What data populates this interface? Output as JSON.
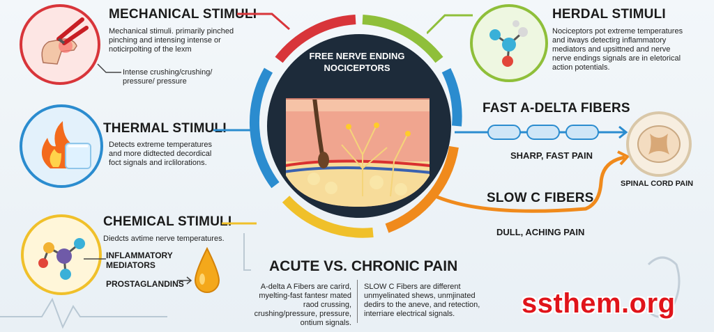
{
  "mechanical": {
    "title": "MECHANICAL STIMULI",
    "desc": "Mechanical stimuli. primarily pinched pinching and intensing intense or noticirpolting of the lexm",
    "note": "Intense crushing/crushing/ pressure/ pressure",
    "icon": "pliers-pinching-hand-icon",
    "color": "#d8353a"
  },
  "thermal": {
    "title": "THERMAL STIMULI",
    "desc": "Detects extreme temperatures and more didtected decordical foct signals and irclilorations.",
    "icon": "flame-and-ice-icon",
    "color": "#2b8ccf"
  },
  "chemical": {
    "title": "CHEMICAL STIMULI",
    "desc": "Diedcts avtime nerve temperatures.",
    "label_inflammatory": "INFLAMMATORY MEDIATORS",
    "label_prostaglandins": "PROSTAGLANDINS",
    "icon": "molecule-icon",
    "drop_icon": "droplet-icon",
    "color": "#f0c02a"
  },
  "herdal": {
    "title": "HERDAL STIMULI",
    "desc": "Nociceptors pot extreme temperatures and itways detectirg inflammatory mediators and upsittned and nerve nerve endings signals are in eletorical action potentials.",
    "icon": "molecule-icon",
    "color": "#8fbf3a"
  },
  "center": {
    "title": "FREE NERVE ENDING NOCICEPTORS",
    "icon": "skin-cross-section-icon"
  },
  "fast": {
    "title": "FAST A-DELTA FIBERS",
    "sub": "SHARP, FAST PAIN",
    "color": "#2b8ccf"
  },
  "slow": {
    "title": "SLOW C FIBERS",
    "sub": "DULL, ACHING PAIN",
    "color": "#f08a1c"
  },
  "spinal": {
    "label": "SPINAL CORD PAIN",
    "icon": "spinal-cord-icon"
  },
  "acute": {
    "title": "ACUTE VS. CHRONIC PAIN",
    "left": "A-delta A Fibers are carird, myelting-fast fantesr mated raod crussing, crushing/pressure, pressure, ontium signals.",
    "right": "SLOW C Fibers are different unmyelinated shews, unmjinated dedirs to the aneve, and retection, interriare electrical signals."
  },
  "watermark": "ssthem.org"
}
